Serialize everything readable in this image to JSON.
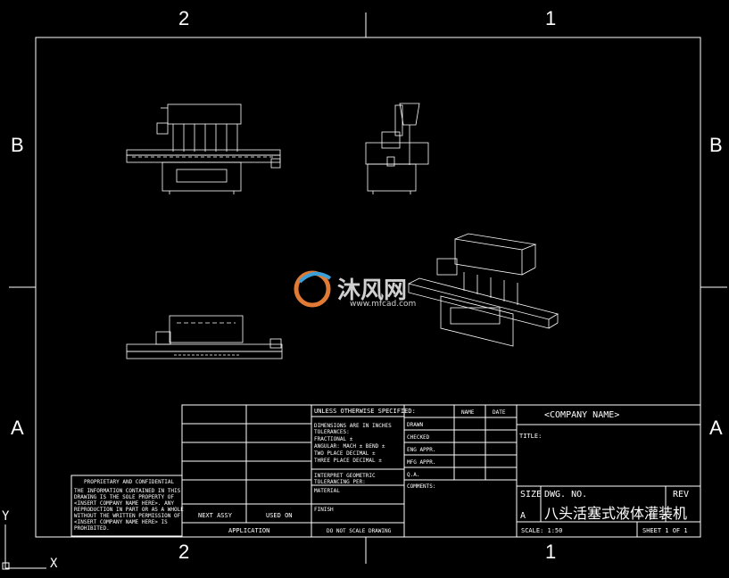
{
  "zones": {
    "col_left": "2",
    "col_right": "1",
    "row_top": "B",
    "row_bottom": "A"
  },
  "axis": {
    "x": "X",
    "y": "Y"
  },
  "watermark": {
    "brand": "沐风网",
    "url": "www.mfcad.com"
  },
  "proprietary": {
    "heading": "PROPRIETARY AND CONFIDENTIAL",
    "lines": [
      "THE INFORMATION CONTAINED IN THIS",
      "DRAWING IS THE SOLE PROPERTY OF",
      "<INSERT COMPANY NAME HERE>.  ANY",
      "REPRODUCTION IN PART OR AS A WHOLE",
      "WITHOUT THE WRITTEN PERMISSION OF",
      "<INSERT COMPANY NAME HERE> IS",
      "PROHIBITED."
    ]
  },
  "revision_block": {
    "next_assy": "NEXT ASSY",
    "used_on": "USED ON",
    "application": "APPLICATION"
  },
  "spec_block": {
    "heading": "UNLESS OTHERWISE SPECIFIED:",
    "lines": [
      "DIMENSIONS ARE IN INCHES",
      "TOLERANCES:",
      "FRACTIONAL ±",
      "ANGULAR: MACH   ±   BEND ±",
      "TWO PLACE DECIMAL    ±",
      "THREE PLACE DECIMAL  ±"
    ],
    "interpret": [
      "INTERPRET GEOMETRIC",
      "TOLERANCING PER:"
    ],
    "material": "MATERIAL",
    "finish": "FINISH",
    "no_scale": "DO NOT SCALE DRAWING"
  },
  "approvals": {
    "name_header": "NAME",
    "date_header": "DATE",
    "rows": [
      "DRAWN",
      "CHECKED",
      "ENG APPR.",
      "MFG APPR.",
      "Q.A."
    ],
    "comments": "COMMENTS:"
  },
  "title_block": {
    "company": "<COMPANY NAME>",
    "title_label": "TITLE:",
    "size_label": "SIZE",
    "size_value": "A",
    "dwg_label": "DWG.  NO.",
    "rev_label": "REV",
    "drawing_title": "八头活塞式液体灌装机",
    "scale": "SCALE: 1:50",
    "sheet": "SHEET 1 OF 1"
  }
}
